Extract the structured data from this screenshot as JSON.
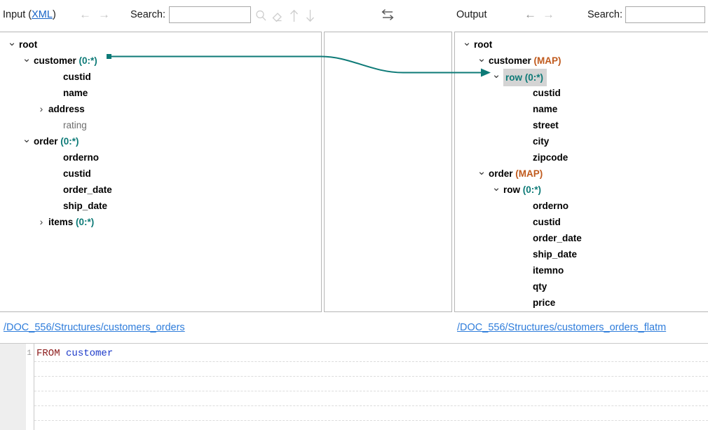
{
  "toolbar": {
    "input_label": "Input (",
    "input_format": "XML",
    "input_label_close": ")",
    "output_label": "Output",
    "search_label_left": "Search:",
    "search_label_right": "Search:",
    "search_value_left": "",
    "search_value_right": "",
    "nav_back": "←",
    "nav_forward": "→",
    "icons": {
      "find": "search-icon",
      "clear": "eraser-icon",
      "prev": "arrow-up-icon",
      "next": "arrow-down-icon",
      "swap": "swap-arrows-icon"
    }
  },
  "input_tree": {
    "nodes": [
      {
        "label": "root",
        "depth": 0,
        "chevron": "down",
        "style": "bold"
      },
      {
        "label": "customer (0:*)",
        "depth": 1,
        "chevron": "down",
        "style": "bold",
        "card": "(0:*)",
        "name": "customer"
      },
      {
        "label": "custid",
        "depth": 3,
        "chevron": "",
        "style": "bold"
      },
      {
        "label": "name",
        "depth": 3,
        "chevron": "",
        "style": "bold"
      },
      {
        "label": "address",
        "depth": 2,
        "chevron": "right",
        "style": "bold"
      },
      {
        "label": "rating",
        "depth": 3,
        "chevron": "",
        "style": "plain"
      },
      {
        "label": "order (0:*)",
        "depth": 1,
        "chevron": "down",
        "style": "bold",
        "card": "(0:*)",
        "name": "order"
      },
      {
        "label": "orderno",
        "depth": 3,
        "chevron": "",
        "style": "bold"
      },
      {
        "label": "custid",
        "depth": 3,
        "chevron": "",
        "style": "bold"
      },
      {
        "label": "order_date",
        "depth": 3,
        "chevron": "",
        "style": "bold"
      },
      {
        "label": "ship_date",
        "depth": 3,
        "chevron": "",
        "style": "bold"
      },
      {
        "label": "items (0:*)",
        "depth": 2,
        "chevron": "right",
        "style": "bold",
        "card": "(0:*)",
        "name": "items"
      }
    ]
  },
  "output_tree": {
    "nodes": [
      {
        "label": "root",
        "depth": 0,
        "chevron": "down",
        "style": "bold"
      },
      {
        "label": "customer (MAP)",
        "depth": 1,
        "chevron": "down",
        "style": "bold",
        "maptag": "(MAP)",
        "name": "customer"
      },
      {
        "label": "row (0:*)",
        "depth": 2,
        "chevron": "down",
        "style": "selected",
        "card": "(0:*)",
        "name": "row"
      },
      {
        "label": "custid",
        "depth": 4,
        "chevron": "",
        "style": "bold"
      },
      {
        "label": "name",
        "depth": 4,
        "chevron": "",
        "style": "bold"
      },
      {
        "label": "street",
        "depth": 4,
        "chevron": "",
        "style": "bold"
      },
      {
        "label": "city",
        "depth": 4,
        "chevron": "",
        "style": "bold"
      },
      {
        "label": "zipcode",
        "depth": 4,
        "chevron": "",
        "style": "bold"
      },
      {
        "label": "order (MAP)",
        "depth": 1,
        "chevron": "down",
        "style": "bold",
        "maptag": "(MAP)",
        "name": "order"
      },
      {
        "label": "row (0:*)",
        "depth": 2,
        "chevron": "down",
        "style": "bold",
        "card": "(0:*)",
        "name": "row"
      },
      {
        "label": "orderno",
        "depth": 4,
        "chevron": "",
        "style": "bold"
      },
      {
        "label": "custid",
        "depth": 4,
        "chevron": "",
        "style": "bold"
      },
      {
        "label": "order_date",
        "depth": 4,
        "chevron": "",
        "style": "bold"
      },
      {
        "label": "ship_date",
        "depth": 4,
        "chevron": "",
        "style": "bold"
      },
      {
        "label": "itemno",
        "depth": 4,
        "chevron": "",
        "style": "bold"
      },
      {
        "label": "qty",
        "depth": 4,
        "chevron": "",
        "style": "bold"
      },
      {
        "label": "price",
        "depth": 4,
        "chevron": "",
        "style": "bold"
      }
    ]
  },
  "mapping": {
    "accent_color": "#0d7a77",
    "source_node": "customer (0:*)",
    "target_node": "row (0:*)"
  },
  "footer": {
    "input_path": "/DOC_556/Structures/customers_orders",
    "output_path": "/DOC_556/Structures/customers_orders_flatm"
  },
  "editor": {
    "lines": [
      {
        "number": "1",
        "keyword": "FROM",
        "identifier": " customer"
      }
    ],
    "line_count_visible": 6
  },
  "colors": {
    "accent": "#0d7a77",
    "link": "#2f7ddb",
    "map_tag": "#c05a1d",
    "selection_bg": "#d4d4d4",
    "keyword": "#8c1b1b",
    "identifier": "#1b39c9"
  }
}
